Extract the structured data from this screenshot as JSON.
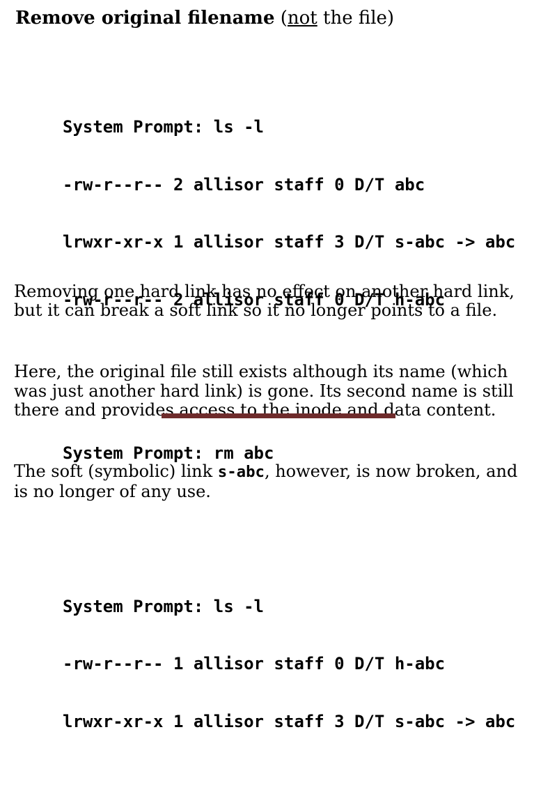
{
  "title": {
    "bold": "Remove original filename",
    "open": " (",
    "underlined": "not",
    "close": " the file)"
  },
  "terminal": {
    "blocks": [
      {
        "lines": [
          "System Prompt: ls -l",
          "-rw-r--r-- 2 allisor staff 0 D/T abc",
          "lrwxr-xr-x 1 allisor staff 3 D/T s-abc -> abc",
          "-rw-r--r-- 2 allisor staff 0 D/T h-abc"
        ]
      },
      {
        "lines": [
          "System Prompt: rm abc"
        ]
      },
      {
        "lines": [
          "System Prompt: ls -l",
          "-rw-r--r-- 1 allisor staff 0 D/T h-abc",
          "lrwxr-xr-x 1 allisor staff 3 D/T s-abc -> abc"
        ]
      }
    ]
  },
  "paragraphs": {
    "p1": "Removing one hard link has no effect on another hard link,\nbut it can break a soft link so it no longer points to a file.",
    "p2": "Here, the original file still exists although its name (which\nwas just another hard link) is gone. Its second name is still\nthere and provides access to the inode and data content.",
    "p3_prefix": "The soft (symbolic) link ",
    "p3_code": "s-abc",
    "p3_suffix": ", however, is now broken, and\nis no longer of any use."
  },
  "colors": {
    "background": "#ffffff",
    "text": "#000000",
    "footer_bar": "#6e2b2b"
  }
}
